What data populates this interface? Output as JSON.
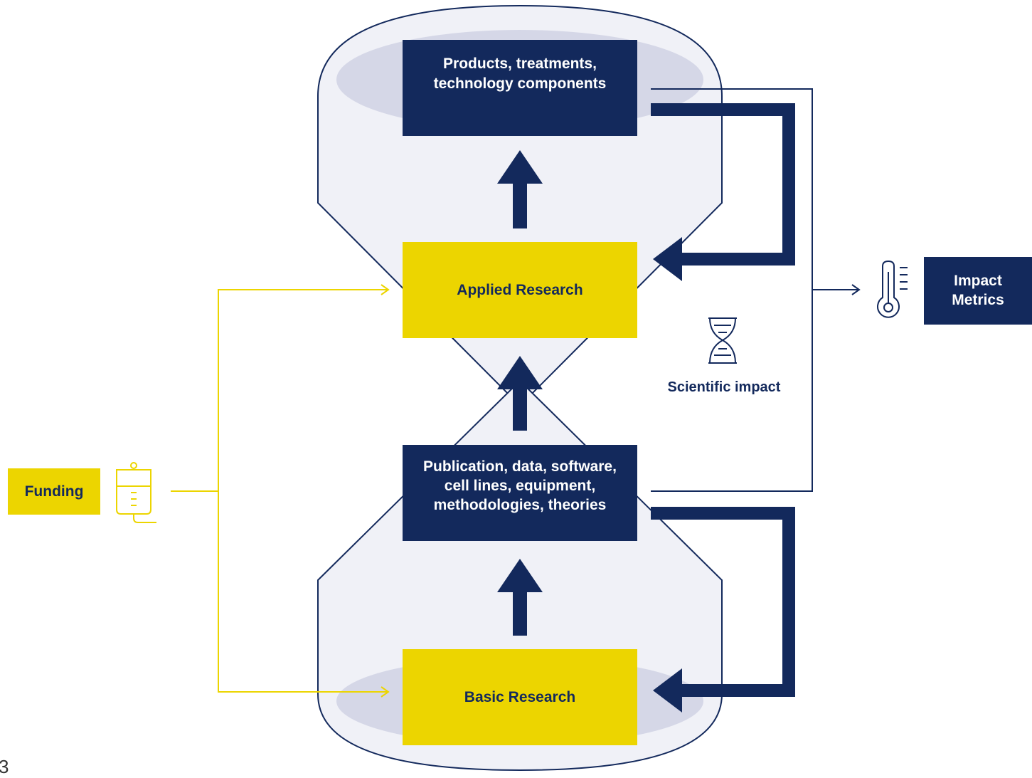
{
  "boxes": {
    "products": "Products, treatments,\ntechnology components",
    "applied": "Applied Research",
    "publication": "Publication, data, software,\ncell lines, equipment,\nmethodologies, theories",
    "basic": "Basic Research",
    "funding": "Funding",
    "impact_metrics": "Impact\nMetrics"
  },
  "labels": {
    "scientific_impact": "Scientific impact",
    "corner_fragment": "3"
  },
  "icons": {
    "funding": "iv-drip-bag-icon",
    "impact_metrics": "thermometer-icon",
    "scientific_impact": "dna-helix-icon"
  },
  "colors": {
    "navy": "#13295c",
    "yellow": "#ecd500",
    "container_fill": "#f0f1f7",
    "container_shade": "#d5d7e7"
  }
}
